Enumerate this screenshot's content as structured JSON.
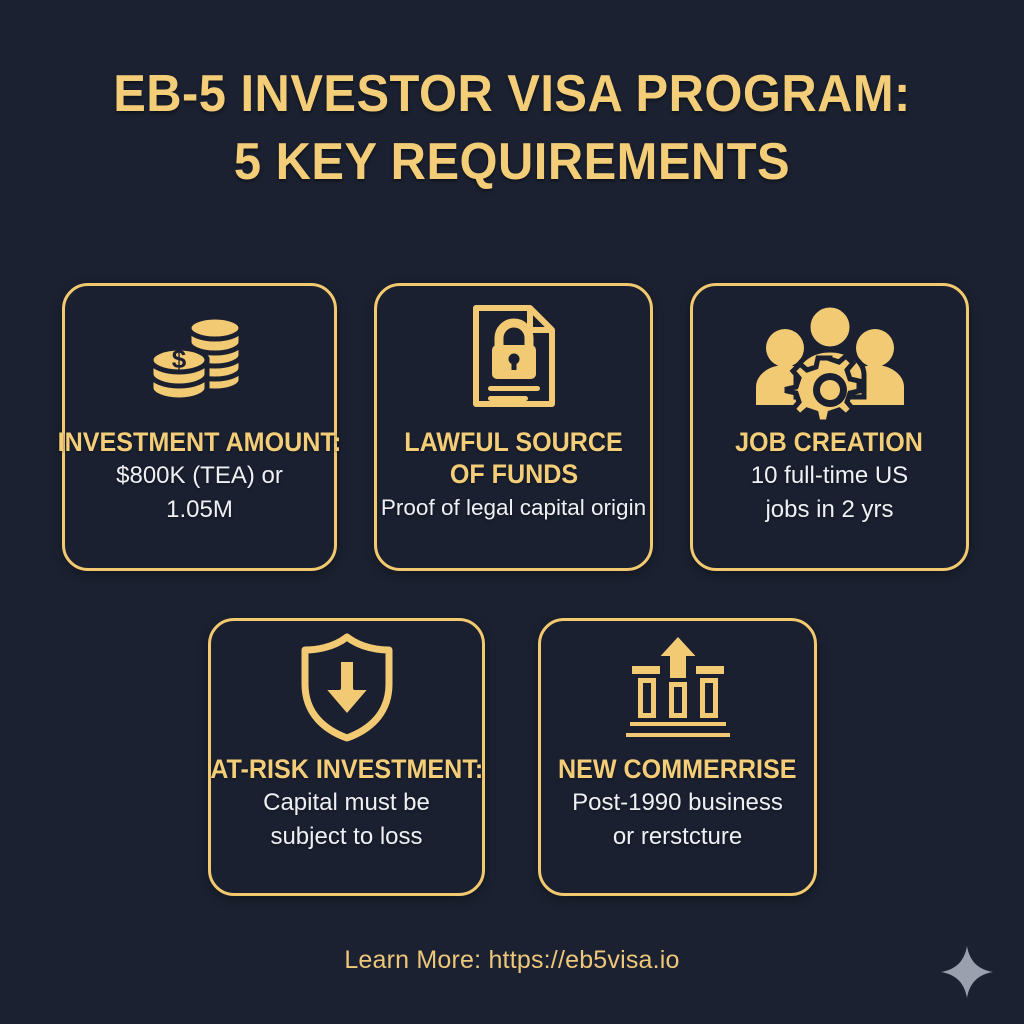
{
  "page": {
    "background_color": "#1b2130",
    "accent_gold": "#f2c96f",
    "heading_gold": "#f4cd78",
    "body_text_color": "#eef0f4"
  },
  "title": {
    "line1": "EB-5 INVESTOR VISA PROGRAM:",
    "line2": "5 KEY REQUIREMENTS"
  },
  "cards": [
    {
      "icon": "coin-stacks-icon",
      "heading": "INVESTMENT AMOUNT:",
      "body_line1": "$800K (TEA) or",
      "body_line2": "1.05M"
    },
    {
      "icon": "document-lock-icon",
      "heading_line1": "LAWFUL SOURCE",
      "heading_line2": "OF FUNDS",
      "body_line1": "Proof of legal capital origin",
      "body_line2": ""
    },
    {
      "icon": "people-gear-icon",
      "heading": "JOB CREATION",
      "body_line1": "10 full-time US",
      "body_line2": "jobs in 2 yrs"
    },
    {
      "icon": "shield-down-arrow-icon",
      "heading": "AT-RISK INVESTMENT:",
      "body_line1": "Capital must be",
      "body_line2": "subject to loss"
    },
    {
      "icon": "bank-growth-icon",
      "heading": "NEW COMMERRISE",
      "body_line1": "Post-1990 business",
      "body_line2": "or rerstcture"
    }
  ],
  "footer": {
    "text": "Learn More: https://eb5visa.io"
  },
  "watermark": {
    "icon": "sparkle-icon",
    "color": "#9aa0ad"
  }
}
